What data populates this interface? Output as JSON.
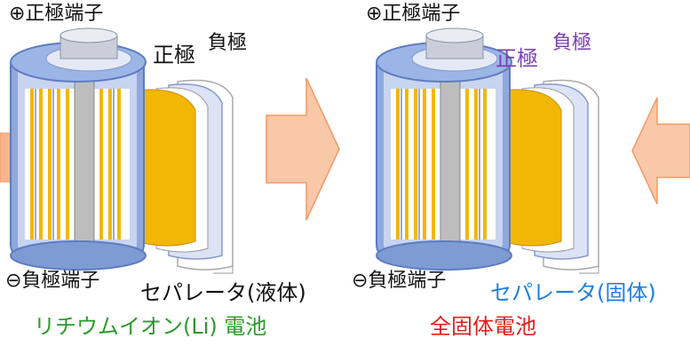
{
  "colors": {
    "arrow_fill": "#f6b58c",
    "arrow_stroke": "#f29a66",
    "cathode_yellow": "#f2b705",
    "metal_blue": "#9bb6e6",
    "metal_dark": "#6f8fc8",
    "core_gray": "#b8b8b8",
    "separator_purple": "#7a3fb0",
    "separator_blue": "#1f7fdc",
    "title_green": "#2a9a2a",
    "title_red": "#e0201c"
  },
  "left_cell": {
    "positive_terminal": "⊕正極端子",
    "positive_electrode": "正極",
    "negative_electrode": "負極",
    "negative_terminal": "⊖負極端子",
    "separator": "セパレータ(液体)",
    "title": "リチウムイオン(Li) 電池"
  },
  "right_cell": {
    "positive_terminal": "⊕正極端子",
    "positive_electrode": "正極",
    "negative_electrode": "負極",
    "negative_terminal": "⊖負極端子",
    "separator": "セパレータ(固体)",
    "title": "全固体電池"
  }
}
